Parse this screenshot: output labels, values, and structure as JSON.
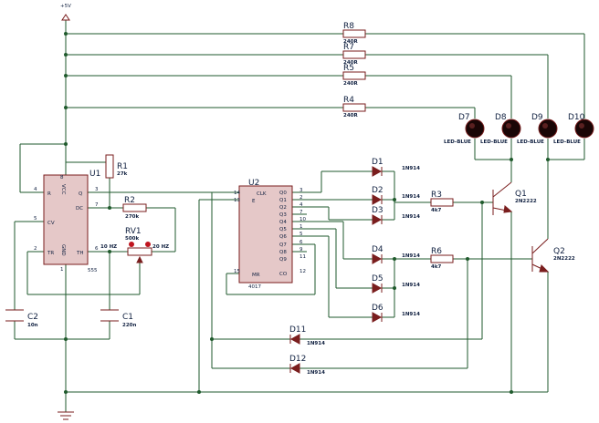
{
  "power": {
    "label": "+5V"
  },
  "u1": {
    "ref": "U1",
    "name": "555",
    "pins": {
      "r": "R",
      "vcc": "VCC",
      "q": "Q",
      "dc": "DC",
      "cv": "CV",
      "tr": "TR",
      "th": "TH",
      "gnd": "GND"
    },
    "pin_numbers": {
      "p4": "4",
      "p8": "8",
      "p3": "3",
      "p7": "7",
      "p5": "5",
      "p2": "2",
      "p6": "6",
      "p1": "1"
    }
  },
  "u2": {
    "ref": "U2",
    "name": "4017",
    "pins_left": {
      "clk": "CLK",
      "e": "E",
      "mr": "MR"
    },
    "pins_right": [
      "Q0",
      "Q1",
      "Q2",
      "Q3",
      "Q4",
      "Q5",
      "Q6",
      "Q7",
      "Q8",
      "Q9",
      "CO"
    ],
    "pin_numbers_left": {
      "p14": "14",
      "p13": "13",
      "p15": "15"
    },
    "pin_numbers_right": [
      "3",
      "2",
      "4",
      "7",
      "10",
      "1",
      "5",
      "6",
      "9",
      "11",
      "12"
    ]
  },
  "resistors": [
    {
      "ref": "R1",
      "value": "27k"
    },
    {
      "ref": "R2",
      "value": "270k"
    },
    {
      "ref": "R3",
      "value": "4k7"
    },
    {
      "ref": "R4",
      "value": "240R"
    },
    {
      "ref": "R5",
      "value": "240R"
    },
    {
      "ref": "R6",
      "value": "4k7"
    },
    {
      "ref": "R7",
      "value": "240R"
    },
    {
      "ref": "R8",
      "value": "240R"
    }
  ],
  "pot": {
    "ref": "RV1",
    "value": "500k",
    "left_label": "10 HZ",
    "right_label": "20 HZ"
  },
  "capacitors": [
    {
      "ref": "C1",
      "value": "220n"
    },
    {
      "ref": "C2",
      "value": "10n"
    }
  ],
  "diodes": [
    {
      "ref": "D1",
      "value": "1N914"
    },
    {
      "ref": "D2",
      "value": "1N914"
    },
    {
      "ref": "D3",
      "value": "1N914"
    },
    {
      "ref": "D4",
      "value": "1N914"
    },
    {
      "ref": "D5",
      "value": "1N914"
    },
    {
      "ref": "D6",
      "value": "1N914"
    },
    {
      "ref": "D11",
      "value": "1N914"
    },
    {
      "ref": "D12",
      "value": "1N914"
    }
  ],
  "leds": [
    {
      "ref": "D7",
      "value": "LED-BLUE"
    },
    {
      "ref": "D8",
      "value": "LED-BLUE"
    },
    {
      "ref": "D9",
      "value": "LED-BLUE"
    },
    {
      "ref": "D10",
      "value": "LED-BLUE"
    }
  ],
  "transistors": [
    {
      "ref": "Q1",
      "value": "2N2222"
    },
    {
      "ref": "Q2",
      "value": "2N2222"
    }
  ]
}
